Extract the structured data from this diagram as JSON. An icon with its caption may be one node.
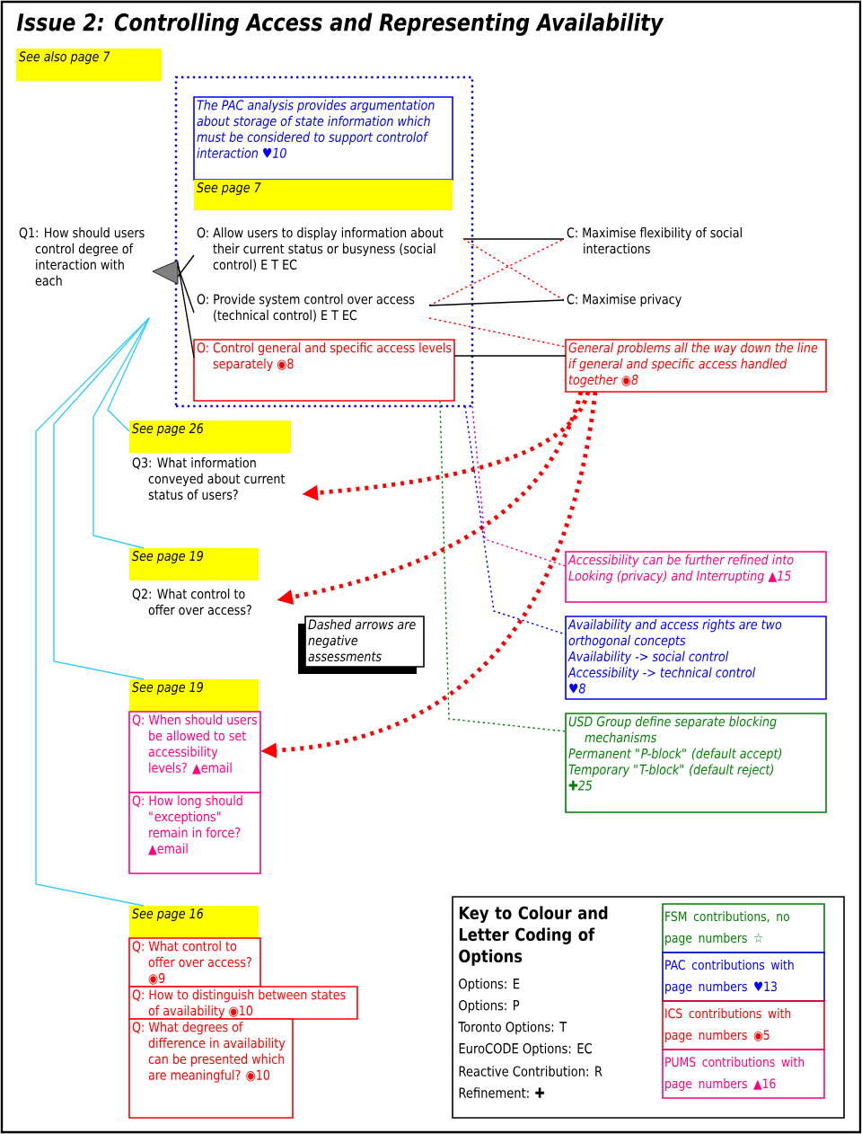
{
  "diagram": {
    "title": "Issue 2: Controlling Access and Representing Availability",
    "nodes": [
      {
        "text": [
          "See also page 7"
        ]
      },
      {
        "text": [],
        "shape": "box"
      },
      {
        "text": [
          "The PAC analysis provides argumentation about storage of state information which must be considered to support controlof interaction ♥10"
        ],
        "in": 1
      },
      {
        "text": [
          "See page 7"
        ],
        "in": 1
      },
      {
        "text": [
          "Q1: How should users control degree of interaction with each"
        ]
      },
      {
        "text": [
          "O: Allow users to display information about their current status or busyness (social control) E T EC"
        ],
        "in": 1
      },
      {
        "text": [
          "O: Provide system control over access (technical control) E T EC"
        ],
        "in": 1
      },
      {
        "text": [
          "O: Control general and specific access levels separately ◉8"
        ],
        "in": 1
      },
      {
        "text": [
          "C: Maximise flexibility of social interactions"
        ]
      },
      {
        "text": [
          "C: Maximise privacy"
        ]
      },
      {
        "text": [
          "General problems all the way down the line if general and specific access handled together ◉8"
        ]
      },
      {
        "text": [
          "See page 26"
        ]
      },
      {
        "text": [
          "Q3: What information conveyed about current status of users?"
        ]
      },
      {
        "text": [
          "See page 19"
        ]
      },
      {
        "text": [
          "Q2: What control to offer over access?"
        ]
      },
      {
        "text": [
          "Dashed arrows are negative assessments"
        ]
      },
      {
        "text": [
          "See page 19"
        ]
      },
      {
        "text": [
          "Q: When should users be allowed to set accessibility levels? ▲email"
        ]
      },
      {
        "text": [
          "Q: How long should \"exceptions\" remain in force? ▲email"
        ]
      },
      {
        "text": [
          "See page 16"
        ]
      },
      {
        "text": [
          "Q: What control to offer over access? ◉9"
        ]
      },
      {
        "text": [
          "Q: How to distinguish between states of availability ◉10"
        ]
      },
      {
        "text": [
          "Q: What degrees of difference in availability can be presented which are meaningful? ◉10"
        ]
      },
      {
        "text": [
          "Accessibility can be further refined into Looking (privacy) and Interrupting ▲15"
        ]
      },
      {
        "text": [
          "Availability and access rights are two orthogonal concepts",
          "Availability -> social control",
          "Accessibility -> technical control",
          "♥8"
        ]
      },
      {
        "text": [
          "USD Group define separate blocking mechanisms",
          "Permanent \"P-block\" (default accept)",
          "Temporary \"T-block\" (default reject)",
          "✚25"
        ]
      },
      {
        "text": [
          "Key to Colour and Letter Coding of Options"
        ]
      }
    ],
    "edges": [
      {
        "from": 4,
        "to": 5,
        "arrow": "none"
      },
      {
        "from": 4,
        "to": 6,
        "arrow": "none"
      },
      {
        "from": 4,
        "to": 7,
        "arrow": "none"
      },
      {
        "from": 5,
        "to": 8,
        "arrow": "none"
      },
      {
        "from": 5,
        "to": 9,
        "arrow": "none",
        "style": "dashed",
        "color": "#ff0000"
      },
      {
        "from": 6,
        "to": 8,
        "arrow": "none",
        "style": "dashed",
        "color": "#ff0000"
      },
      {
        "from": 6,
        "to": 9,
        "arrow": "none"
      },
      {
        "from": 6,
        "to": 10,
        "arrow": "none",
        "style": "dashed",
        "color": "#ff0000"
      },
      {
        "from": 7,
        "to": 10,
        "arrow": "none"
      },
      {
        "from": 10,
        "to": 12,
        "arrow": "to",
        "style": "dashed",
        "color": "#ff0000"
      },
      {
        "from": 10,
        "to": 14,
        "arrow": "to",
        "style": "dashed",
        "color": "#ff0000"
      },
      {
        "from": 10,
        "to": 17,
        "arrow": "to",
        "style": "dashed",
        "color": "#ff0000"
      },
      {
        "from": 4,
        "to": 11,
        "arrow": "none",
        "color": "#33ccff"
      },
      {
        "from": 4,
        "to": 13,
        "arrow": "none",
        "color": "#33ccff"
      },
      {
        "from": 4,
        "to": 16,
        "arrow": "none",
        "color": "#33ccff"
      },
      {
        "from": 4,
        "to": 19,
        "arrow": "none",
        "color": "#33ccff"
      },
      {
        "from": 1,
        "to": 23,
        "arrow": "none",
        "style": "dashed",
        "color": "#ff0080"
      },
      {
        "from": 1,
        "to": 24,
        "arrow": "none",
        "style": "dashed",
        "color": "#0000ff"
      },
      {
        "from": 7,
        "to": 25,
        "arrow": "none",
        "style": "dashed",
        "color": "#008000"
      }
    ],
    "labels": [
      "Options: E",
      "Options: P",
      "Toronto Options: T",
      "EuroCODE Options: EC",
      "Reactive Contribution: R",
      "Refinement: ✚"
    ],
    "legend": [
      {
        "text": "FSM contributions, no page numbers ☆",
        "color": "#008000"
      },
      {
        "text": "PAC contributions with page numbers ♥13",
        "color": "#0000ff"
      },
      {
        "text": "ICS contributions with page numbers ◉5",
        "color": "#ff0000"
      },
      {
        "text": "PUMS contributions with page numbers ▲16",
        "color": "#ff0080"
      }
    ]
  }
}
